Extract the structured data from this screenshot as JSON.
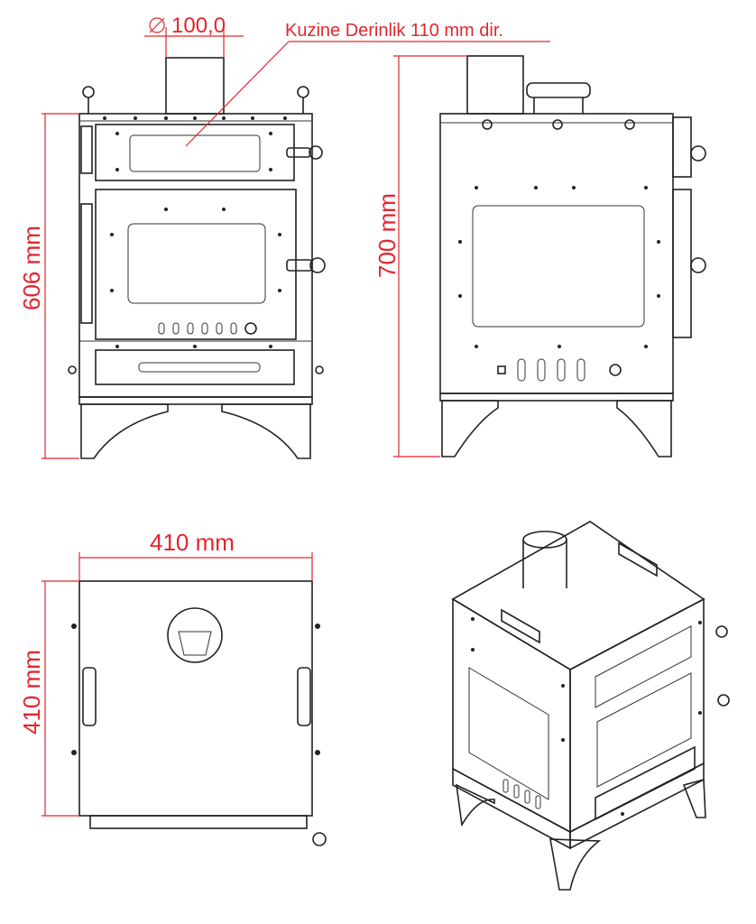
{
  "annotations": {
    "diameter": "100,0",
    "depth_note": "Kuzine Derinlik 110 mm dir.",
    "front_height": "606 mm",
    "side_height": "700 mm",
    "top_width": "410 mm",
    "top_depth": "410 mm"
  },
  "colors": {
    "dimension": "#e3262f",
    "drawing": "#222222"
  }
}
